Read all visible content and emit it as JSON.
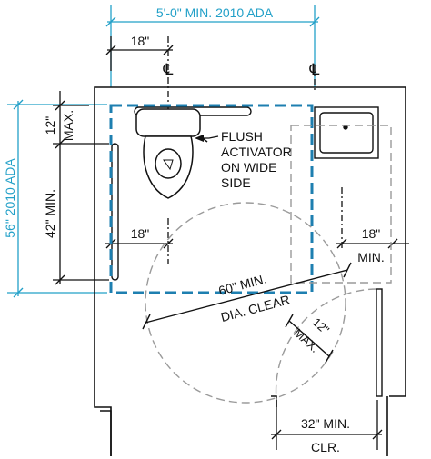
{
  "labels": {
    "top_ada": "5'-0\" MIN. 2010 ADA",
    "left_ada": "56\" 2010 ADA",
    "dim_18_top": "18\"",
    "centerline": "℄",
    "dim_12": "12\"",
    "dim_max_left": "MAX.",
    "dim_42_min": "42\" MIN.",
    "dim_18_mid": "18\"",
    "flush_line1": "FLUSH",
    "flush_line2": "ACTIVATOR",
    "flush_line3": "ON WIDE",
    "flush_line4": "SIDE",
    "dim_18_right": "18\"",
    "dim_min_right": "MIN.",
    "circle_line1": "60\" MIN.",
    "circle_line2": "DIA. CLEAR",
    "door_12": "12\"",
    "door_max": "MAX.",
    "door_32": "32\" MIN.",
    "door_clr": "CLR."
  },
  "colors": {
    "line": "#111111",
    "ada_blue": "#22a0c8",
    "clear_dash": "#1e7fb0",
    "gray_dash": "#9a9a9a"
  }
}
